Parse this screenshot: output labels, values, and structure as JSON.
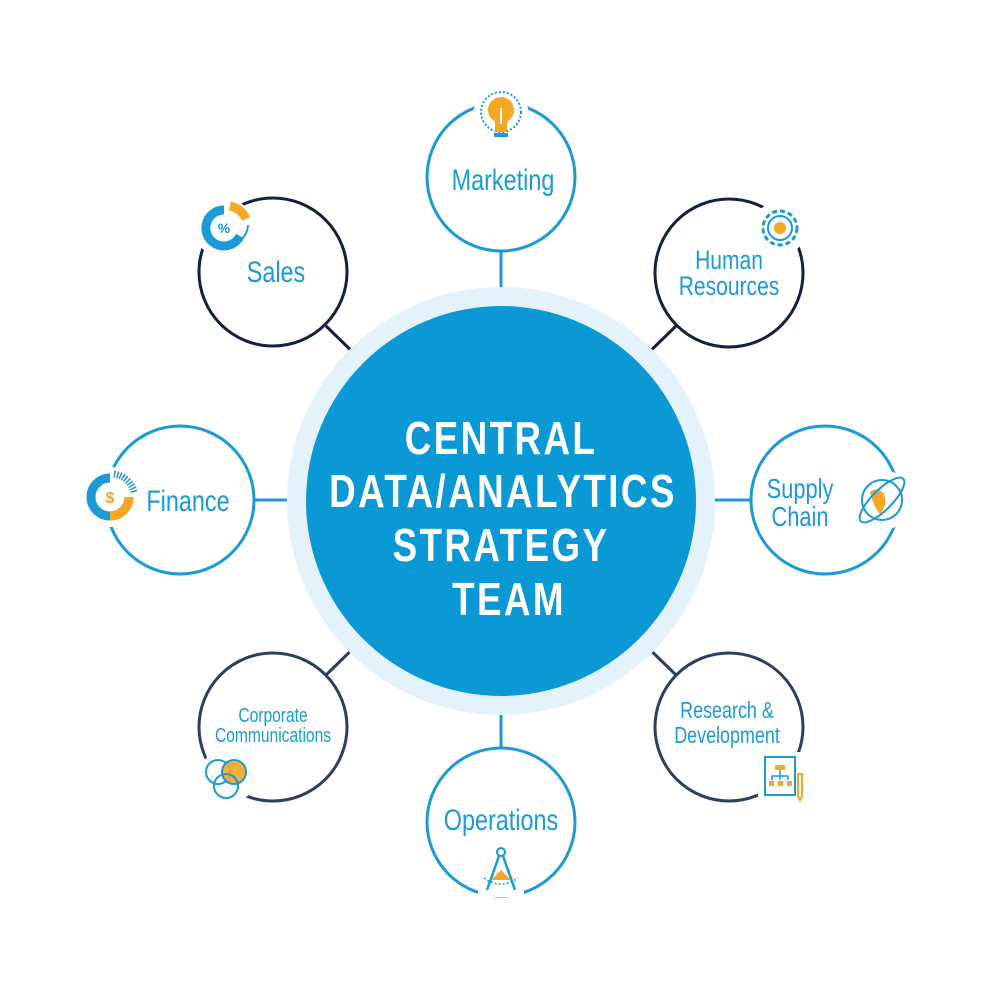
{
  "center": {
    "lines": [
      "CENTRAL",
      "DATA/ANALYTICS",
      "STRATEGY",
      "TEAM"
    ]
  },
  "nodes": {
    "marketing": {
      "lines": [
        "Marketing"
      ],
      "icon": "lightbulb-icon"
    },
    "human_resources": {
      "lines": [
        "Human",
        "Resources"
      ],
      "icon": "gear-icon"
    },
    "supply_chain": {
      "lines": [
        "Supply",
        "Chain"
      ],
      "icon": "globe-icon"
    },
    "research_development": {
      "lines": [
        "Research &",
        "Development"
      ],
      "icon": "flowchart-icon"
    },
    "operations": {
      "lines": [
        "Operations"
      ],
      "icon": "compass-icon"
    },
    "corporate_communications": {
      "lines": [
        "Corporate",
        "Communications"
      ],
      "icon": "venn-diagram-icon"
    },
    "finance": {
      "lines": [
        "Finance"
      ],
      "icon": "dollar-chart-icon"
    },
    "sales": {
      "lines": [
        "Sales"
      ],
      "icon": "percent-chart-icon"
    }
  },
  "colors": {
    "blue": "#1b9ad6",
    "navy": "#14213d",
    "slate": "#2d3e5e",
    "center": "#0b99d5",
    "halo": "#e4f2fb",
    "orange": "#f5a623"
  }
}
